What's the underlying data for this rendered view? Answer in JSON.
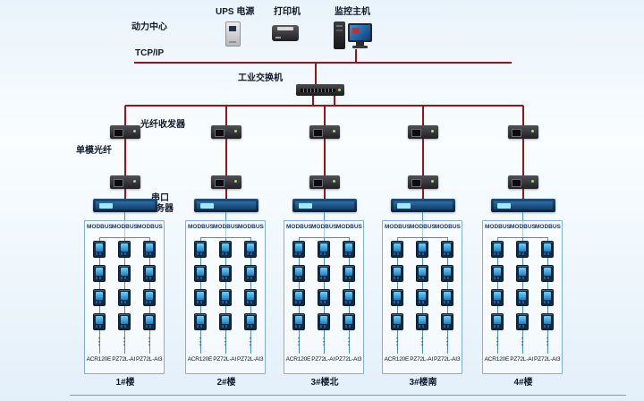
{
  "top": {
    "power_center_label": "动力中心",
    "tcpip_label": "TCP/IP",
    "ups_label": "UPS 电源",
    "printer_label": "打印机",
    "host_label": "监控主机",
    "switch_label": "工业交换机"
  },
  "link_labels": {
    "fiber_transceiver": "光纤收发器",
    "single_mode_fiber": "单模光纤",
    "serial_server_line1": "串口",
    "serial_server_line2": "服务器"
  },
  "bus_label": "MODBUS",
  "ellipsis": "⋮",
  "meter_models": [
    "ACR120E",
    "PZ72L-AI",
    "PZ72L-AI3"
  ],
  "meter_rows": 4,
  "meter_columns": 3,
  "groups": [
    {
      "name": "1#楼"
    },
    {
      "name": "2#楼"
    },
    {
      "name": "3#楼北"
    },
    {
      "name": "3#楼南"
    },
    {
      "name": "4#楼"
    }
  ],
  "colors": {
    "backbone_line": "#99131a",
    "bus_line": "#4a8fc0",
    "group_border": "#7fb0d6"
  }
}
